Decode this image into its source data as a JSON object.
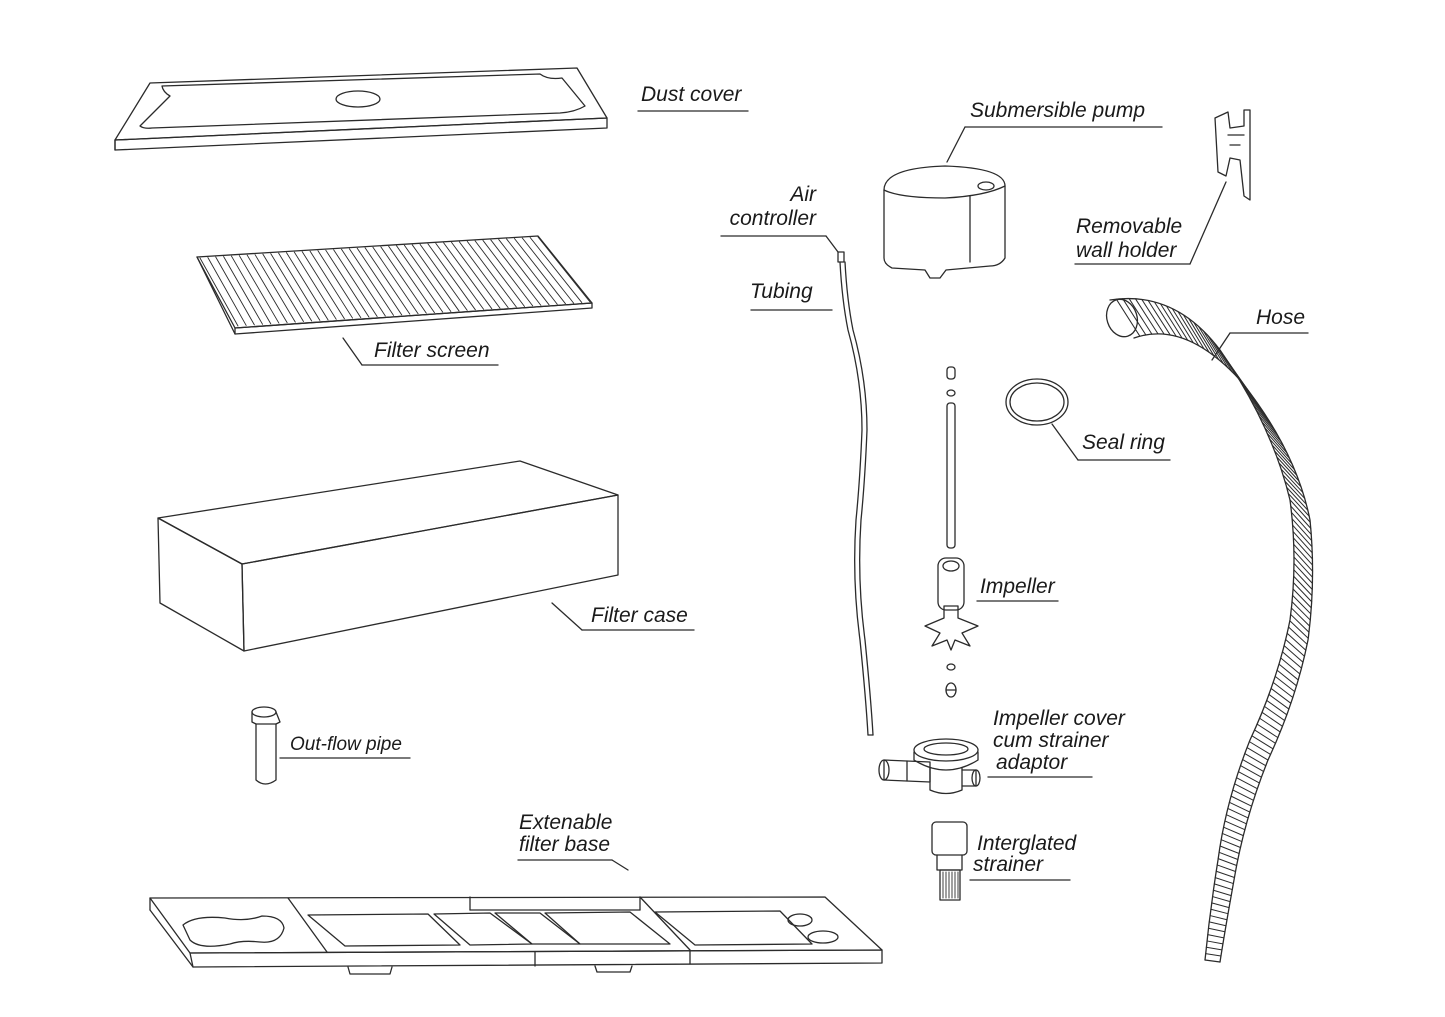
{
  "labels": {
    "dust_cover": "Dust cover",
    "filter_screen": "Filter screen",
    "filter_case": "Filter case",
    "outflow_pipe": "Out-flow pipe",
    "filter_base_1": "Extenable",
    "filter_base_2": "filter base",
    "air_controller_1": "Air",
    "air_controller_2": "controller",
    "tubing": "Tubing",
    "submersible_pump": "Submersible pump",
    "wall_holder_1": "Removable",
    "wall_holder_2": "wall holder",
    "hose": "Hose",
    "seal_ring": "Seal ring",
    "impeller": "Impeller",
    "impeller_cover_1": "Impeller cover",
    "impeller_cover_2": "cum strainer",
    "impeller_cover_3": "adaptor",
    "strainer_1": "Interglated",
    "strainer_2": "strainer"
  },
  "colors": {
    "line": "#2b2b2b",
    "text": "#1a1a1a",
    "background": "#ffffff"
  }
}
